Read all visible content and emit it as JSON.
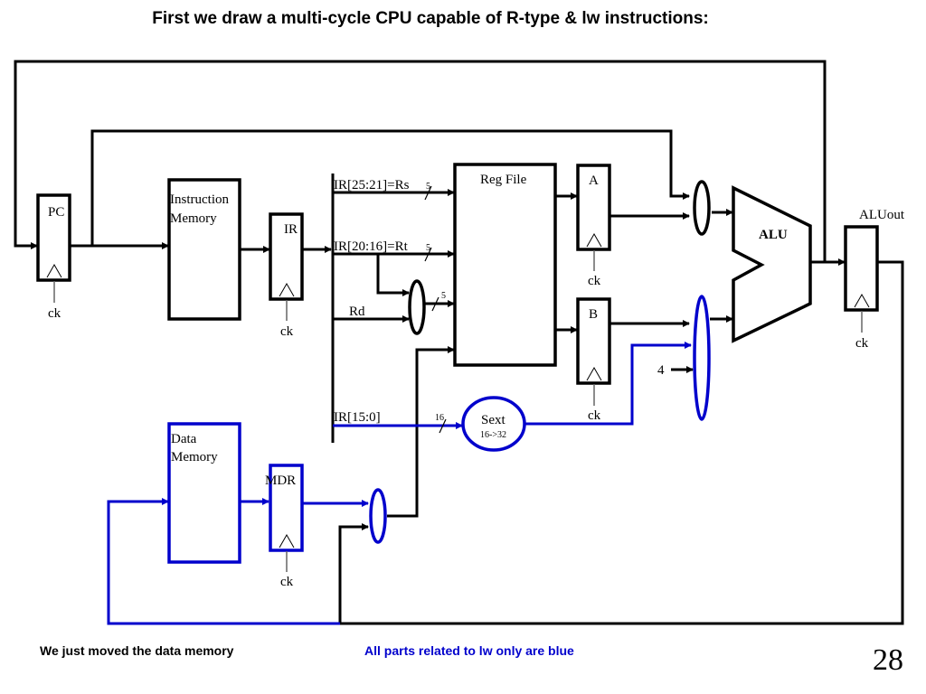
{
  "slide": {
    "title": "First we draw a multi-cycle CPU capable of R-type & lw instructions:",
    "footer_left": "We just moved the data memory",
    "footer_note": "All parts related to lw only are blue",
    "page_number": "28"
  },
  "colors": {
    "wire": "#000000",
    "lw_only": "#0000cc",
    "clock": "#666666"
  },
  "components": {
    "pc": "PC",
    "instruction_memory_line1": "Instruction",
    "instruction_memory_line2": "Memory",
    "ir": "IR",
    "reg_file": "Reg File",
    "reg_a": "A",
    "reg_b": "B",
    "alu": "ALU",
    "alu_out": "ALUout",
    "sext": "Sext",
    "sext_sub": "16->32",
    "data_memory_line1": "Data",
    "data_memory_line2": "Memory",
    "mdr": "MDR",
    "clock": "ck"
  },
  "signals": {
    "rs": "IR[25:21]=Rs",
    "rt": "IR[20:16]=Rt",
    "rd": "Rd",
    "imm": "IR[15:0]",
    "width_5": "5",
    "width_16": "16",
    "const_4": "4"
  }
}
